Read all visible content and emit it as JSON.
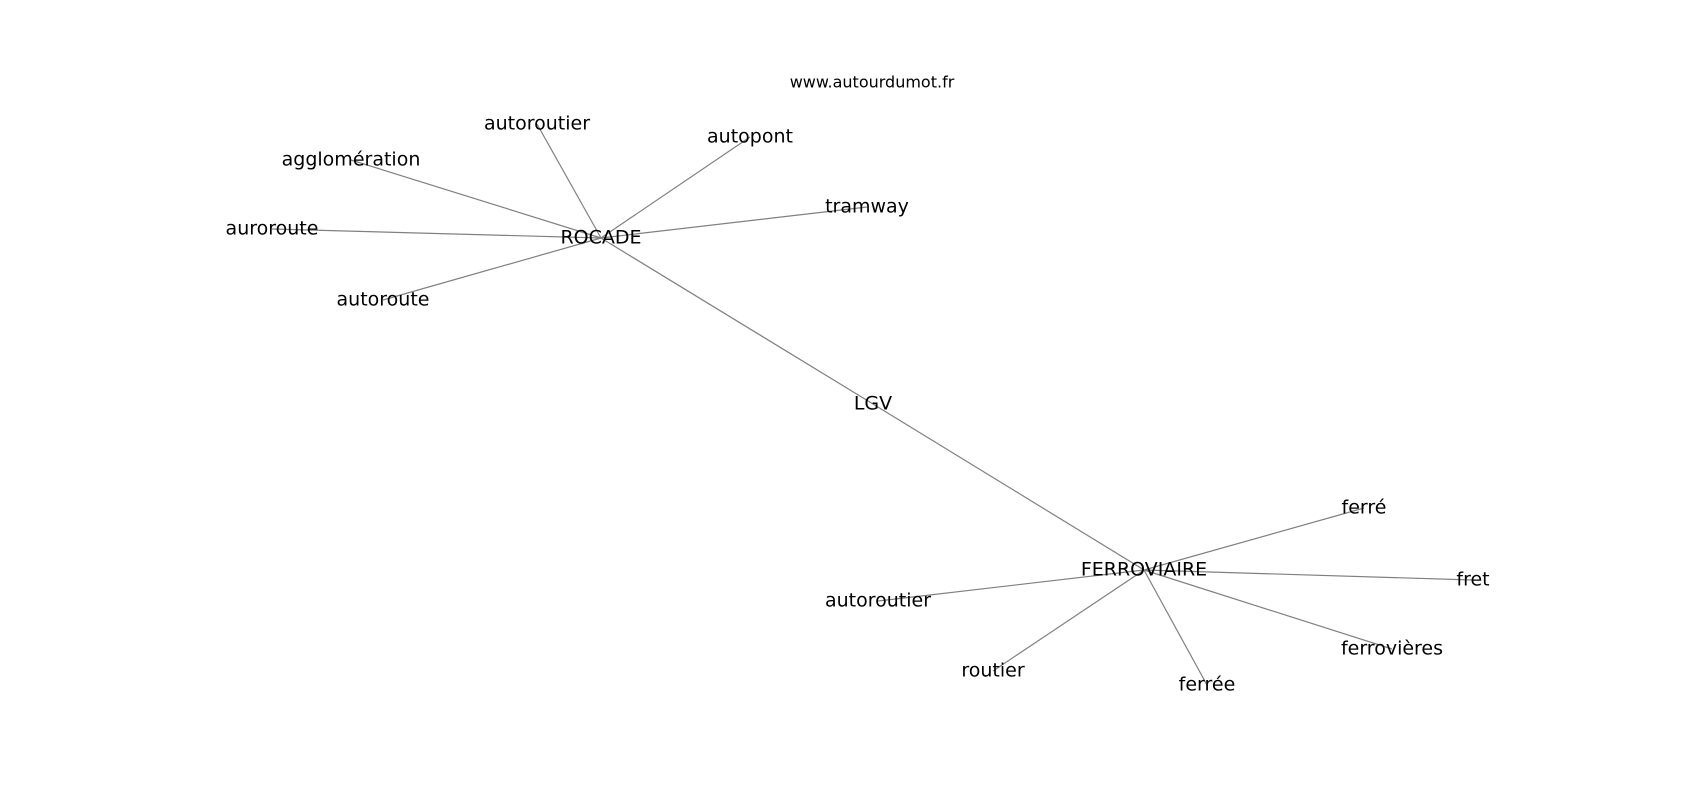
{
  "watermark": "www.autourdumot.fr",
  "graph": {
    "nodes": [
      {
        "id": "rocade",
        "label": "ROCADE"
      },
      {
        "id": "lgv",
        "label": "LGV"
      },
      {
        "id": "ferroviaire",
        "label": "FERROVIAIRE"
      },
      {
        "id": "autoroutier-1",
        "label": "autoroutier"
      },
      {
        "id": "autopont",
        "label": "autopont"
      },
      {
        "id": "agglomeration",
        "label": "agglomération"
      },
      {
        "id": "tramway",
        "label": "tramway"
      },
      {
        "id": "auroroute",
        "label": "auroroute"
      },
      {
        "id": "autoroute",
        "label": "autoroute"
      },
      {
        "id": "ferre",
        "label": "ferré"
      },
      {
        "id": "fret",
        "label": "fret"
      },
      {
        "id": "autoroutier-2",
        "label": "autoroutier"
      },
      {
        "id": "routier",
        "label": "routier"
      },
      {
        "id": "ferree",
        "label": "ferrée"
      },
      {
        "id": "ferrovieres",
        "label": "ferrovières"
      }
    ],
    "edges": [
      [
        "rocade",
        "autoroutier-1"
      ],
      [
        "rocade",
        "autopont"
      ],
      [
        "rocade",
        "agglomeration"
      ],
      [
        "rocade",
        "tramway"
      ],
      [
        "rocade",
        "auroroute"
      ],
      [
        "rocade",
        "autoroute"
      ],
      [
        "rocade",
        "lgv"
      ],
      [
        "lgv",
        "ferroviaire"
      ],
      [
        "ferroviaire",
        "ferre"
      ],
      [
        "ferroviaire",
        "fret"
      ],
      [
        "ferroviaire",
        "autoroutier-2"
      ],
      [
        "ferroviaire",
        "routier"
      ],
      [
        "ferroviaire",
        "ferree"
      ],
      [
        "ferroviaire",
        "ferrovieres"
      ]
    ]
  }
}
